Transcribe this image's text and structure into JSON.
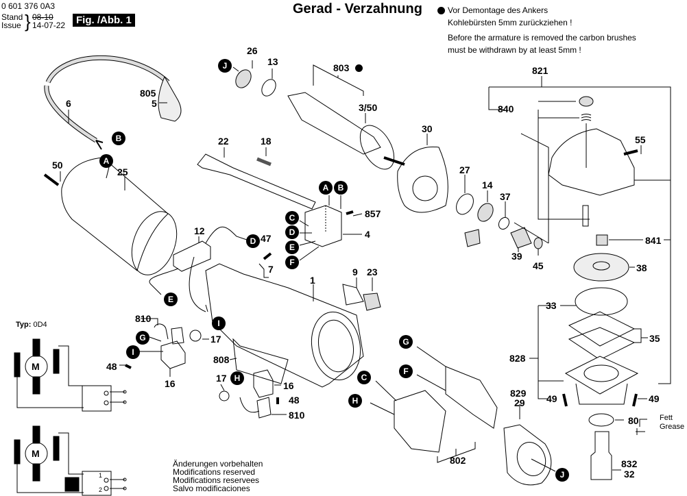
{
  "header": {
    "doc_number": "0 601 376 0A3",
    "stand_label": "Stand",
    "stand_value": "08-10",
    "issue_label": "Issue",
    "issue_value": "14-07-22",
    "figure_label": "Fig. /Abb. 1"
  },
  "title": "Gerad - Verzahnung",
  "notes": {
    "de_line1": "Vor Demontage des Ankers",
    "de_line2": "Kohlebürsten 5mm zurückziehen !",
    "en_line1": "Before the armature is removed the carbon brushes",
    "en_line2": "must be withdrawn by at least 5mm !"
  },
  "footer": {
    "line1": "Änderungen vorbehalten",
    "line2": "Modifications reserved",
    "line3": "Modifications reservees",
    "line4": "Salvo modificaciones"
  },
  "schematic": {
    "type_label": "Typ:",
    "type_value": "0D4",
    "motor_symbol": "M",
    "switch_pos_1": "1",
    "switch_pos_2": "2"
  },
  "grease": {
    "de": "Fett",
    "en": "Grease"
  },
  "parts": [
    {
      "id": "p26",
      "label": "26"
    },
    {
      "id": "p13",
      "label": "13"
    },
    {
      "id": "p803",
      "label": "803"
    },
    {
      "id": "p350",
      "label": "3/50"
    },
    {
      "id": "p805",
      "label": "805"
    },
    {
      "id": "p5",
      "label": "5"
    },
    {
      "id": "p6",
      "label": "6"
    },
    {
      "id": "p50",
      "label": "50"
    },
    {
      "id": "p25",
      "label": "25"
    },
    {
      "id": "p22",
      "label": "22"
    },
    {
      "id": "p18",
      "label": "18"
    },
    {
      "id": "p857",
      "label": "857"
    },
    {
      "id": "p4",
      "label": "4"
    },
    {
      "id": "p12",
      "label": "12"
    },
    {
      "id": "p47",
      "label": "47"
    },
    {
      "id": "p7",
      "label": "7"
    },
    {
      "id": "p1",
      "label": "1"
    },
    {
      "id": "p9",
      "label": "9"
    },
    {
      "id": "p23",
      "label": "23"
    },
    {
      "id": "p810a",
      "label": "810"
    },
    {
      "id": "p17a",
      "label": "17"
    },
    {
      "id": "p48a",
      "label": "48"
    },
    {
      "id": "p16a",
      "label": "16"
    },
    {
      "id": "p808",
      "label": "808"
    },
    {
      "id": "p17b",
      "label": "17"
    },
    {
      "id": "p16b",
      "label": "16"
    },
    {
      "id": "p48b",
      "label": "48"
    },
    {
      "id": "p810b",
      "label": "810"
    },
    {
      "id": "p30",
      "label": "30"
    },
    {
      "id": "p27",
      "label": "27"
    },
    {
      "id": "p14",
      "label": "14"
    },
    {
      "id": "p37",
      "label": "37"
    },
    {
      "id": "p39",
      "label": "39"
    },
    {
      "id": "p45",
      "label": "45"
    },
    {
      "id": "p821",
      "label": "821"
    },
    {
      "id": "p840",
      "label": "840"
    },
    {
      "id": "p55",
      "label": "55"
    },
    {
      "id": "p841",
      "label": "841"
    },
    {
      "id": "p38",
      "label": "38"
    },
    {
      "id": "p33",
      "label": "33"
    },
    {
      "id": "p35",
      "label": "35"
    },
    {
      "id": "p828",
      "label": "828"
    },
    {
      "id": "p49a",
      "label": "49"
    },
    {
      "id": "p49b",
      "label": "49"
    },
    {
      "id": "p829",
      "label": "829"
    },
    {
      "id": "p29",
      "label": "29"
    },
    {
      "id": "p80",
      "label": "80"
    },
    {
      "id": "p832",
      "label": "832"
    },
    {
      "id": "p32",
      "label": "32"
    },
    {
      "id": "p802",
      "label": "802"
    }
  ],
  "markers": [
    {
      "id": "mJ1",
      "label": "J"
    },
    {
      "id": "mB1",
      "label": "B"
    },
    {
      "id": "mA1",
      "label": "A"
    },
    {
      "id": "mA2",
      "label": "A"
    },
    {
      "id": "mB2",
      "label": "B"
    },
    {
      "id": "mC1",
      "label": "C"
    },
    {
      "id": "mD1",
      "label": "D"
    },
    {
      "id": "mE1",
      "label": "E"
    },
    {
      "id": "mF1",
      "label": "F"
    },
    {
      "id": "mD2",
      "label": "D"
    },
    {
      "id": "mE2",
      "label": "E"
    },
    {
      "id": "mI1",
      "label": "I"
    },
    {
      "id": "mG1",
      "label": "G"
    },
    {
      "id": "mI2",
      "label": "I"
    },
    {
      "id": "mH1",
      "label": "H"
    },
    {
      "id": "mG2",
      "label": "G"
    },
    {
      "id": "mF2",
      "label": "F"
    },
    {
      "id": "mC2",
      "label": "C"
    },
    {
      "id": "mH2",
      "label": "H"
    },
    {
      "id": "mJ2",
      "label": "J"
    }
  ]
}
